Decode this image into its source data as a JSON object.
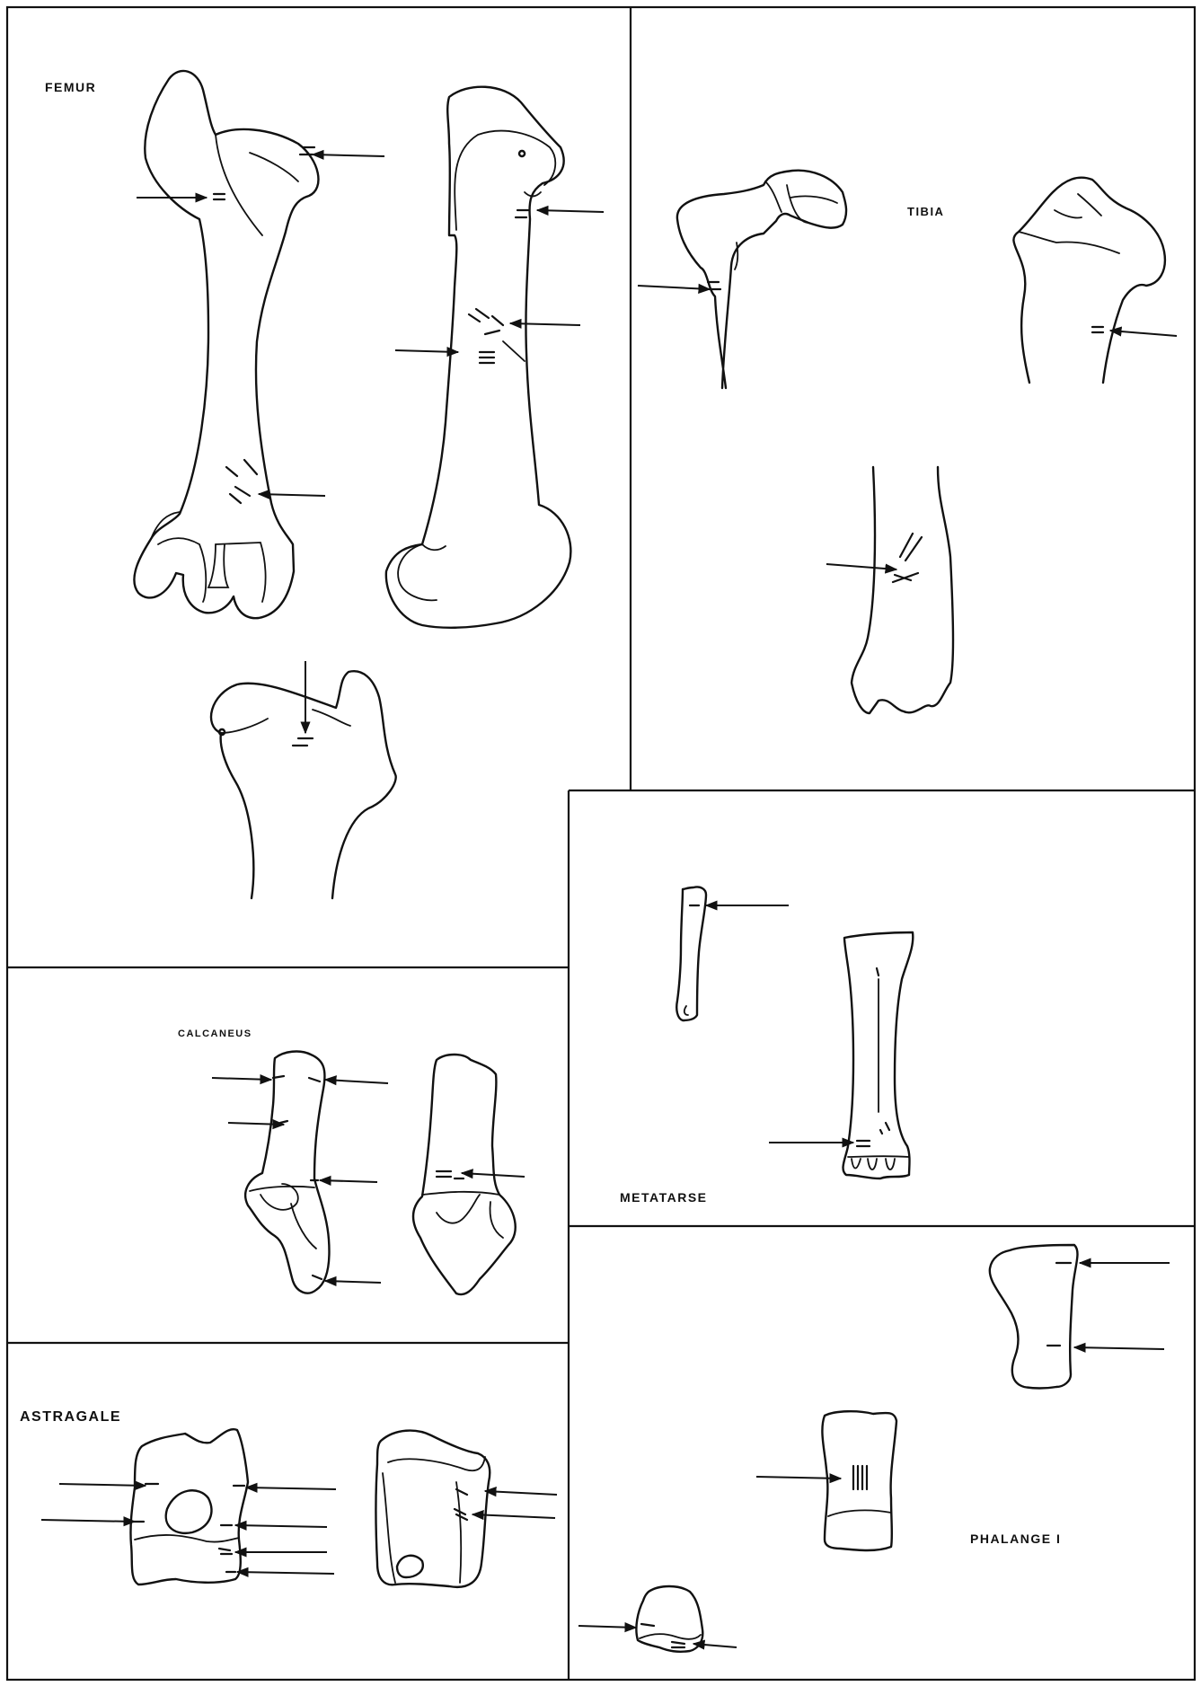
{
  "plate": {
    "labels": {
      "femur": "FEMUR",
      "tibia": "TIBIA",
      "metatarse": "METATARSE",
      "calcaneus": "CALCANEUS",
      "astragale": "ASTRAGALE",
      "phalange": "PHALANGE I"
    },
    "ink_color": "#111111",
    "paper_color": "#ffffff"
  }
}
